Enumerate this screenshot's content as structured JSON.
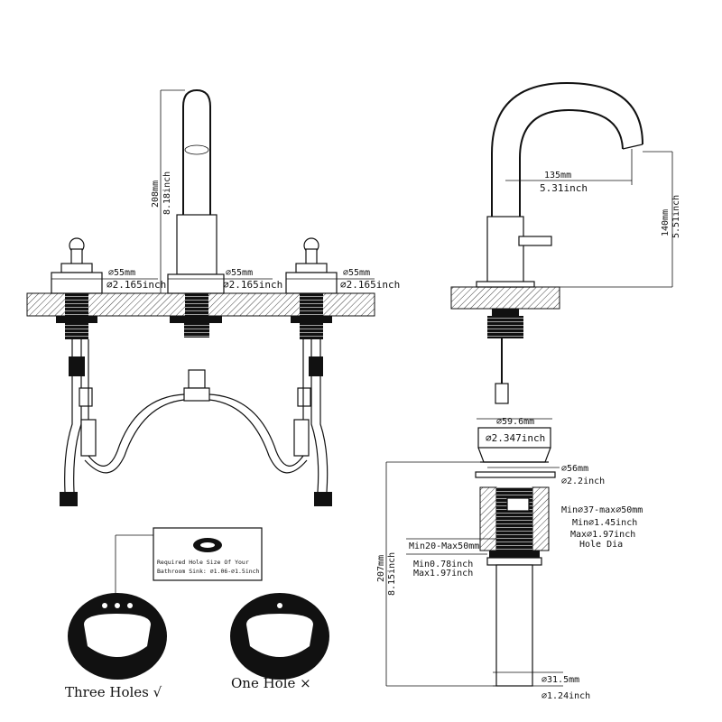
{
  "faucet_front": {
    "height_mm": "208mm",
    "height_in": "8.18inch",
    "left_dia_mm": "⌀55mm",
    "left_dia_in": "⌀2.165inch",
    "center_dia_mm": "⌀55mm",
    "center_dia_in": "⌀2.165inch",
    "right_dia_mm": "⌀55mm",
    "right_dia_in": "⌀2.165inch"
  },
  "faucet_side": {
    "reach_mm": "135mm",
    "reach_in": "5.31inch",
    "height_mm": "140mm",
    "height_in": "5.51inch"
  },
  "drain": {
    "cap_dia_mm": "⌀59.6mm",
    "cap_dia_in": "⌀2.347inch",
    "flange_dia_mm": "⌀56mm",
    "flange_dia_in": "⌀2.2inch",
    "hole_range_mm": "Min⌀37-max⌀50mm",
    "hole_min_in": "Min⌀1.45inch",
    "hole_max_in": "Max⌀1.97inch",
    "hole_label": "Hole Dia",
    "thickness_mm": "Min20-Max50mm",
    "thickness_min_in": "Min0.78inch",
    "thickness_max_in": "Max1.97inch",
    "length_mm": "207mm",
    "length_in": "8.15inch",
    "tail_dia_mm": "⌀31.5mm",
    "tail_dia_in": "⌀1.24inch"
  },
  "sink_note": {
    "line1": "Required Hole Size Of Your",
    "line2": "Bathroom Sink: ⌀1.06-⌀1.5inch"
  },
  "captions": {
    "three_holes": "Three Holes √",
    "one_hole": "One Hole ×"
  }
}
